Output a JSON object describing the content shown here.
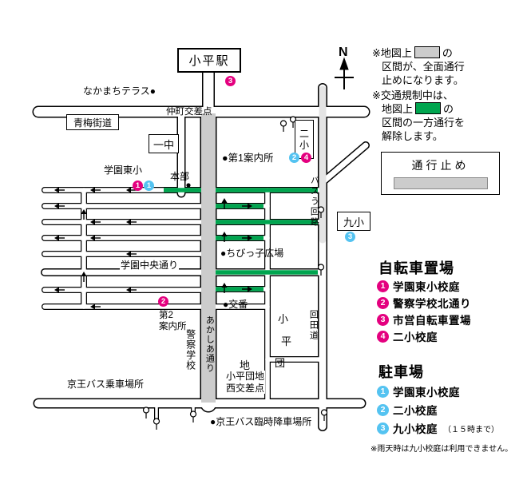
{
  "colors": {
    "bicycle_marker_pink": "#e4007f",
    "parking_marker_blue": "#54c3f1",
    "oneway_lifted_green": "#00a54f",
    "closed_road_gray": "#cccccc",
    "detour_road_gray": "#e4e4e4"
  },
  "station": {
    "label": "小平駅"
  },
  "map": {
    "labels": {
      "nakamachi_terrace": "なかまちテラス●",
      "ome_kaido": "青梅街道",
      "nakamachi_crossing": "仲町交差点",
      "first_jhs": "一中",
      "gakuen_higashi_elem": "学園東小",
      "headquarters": "本部",
      "info_desk_1": "●第1案内所",
      "ni_sho": "二小",
      "bus_detour": "バスう回路",
      "kyu_sho": "九小",
      "mekarido": "回田道",
      "chibikko_plaza": "●ちびっ子広場",
      "gakuen_chuo_street": "学園中央通り",
      "info_desk_2_line1": "第2",
      "info_desk_2_line2": "案内所",
      "koban": "●交番",
      "danchi_c1": "小",
      "danchi_c2": "平",
      "danchi_c3": "団",
      "danchi_c4": "地",
      "akashia_street": "あかしあ通り",
      "police_academy": "警察学校",
      "nishi_crossing_line1": "小平団地",
      "nishi_crossing_line2": "西交差点",
      "keio_bus_boarding": "京王バス乗車場所",
      "keio_bus_dropoff": "●京王バス臨時降車場所",
      "north": "N"
    },
    "markers": {
      "bike_1": {
        "num": "1"
      },
      "park_1": {
        "num": "1"
      },
      "bike_2": {
        "num": "2"
      },
      "bike_3": {
        "num": "3"
      },
      "bike_4": {
        "num": "4"
      },
      "park_2": {
        "num": "2"
      },
      "park_3": {
        "num": "3"
      }
    }
  },
  "sidebar": {
    "notice_closed": {
      "l1a": "※地図上",
      "l1b": "の",
      "l2": "区間が、全面通行",
      "l3": "止めになります。"
    },
    "notice_oneway": {
      "l1": "※交通規制中は、",
      "l2a": "地図上",
      "l2b": "の",
      "l3": "区間の一方通行を",
      "l4": "解除します。"
    },
    "closed_legend": {
      "title": "通行止め"
    },
    "bicycle": {
      "title": "自転車置場",
      "items": [
        {
          "num": "1",
          "label": "学園東小校庭"
        },
        {
          "num": "2",
          "label": "警察学校北通り"
        },
        {
          "num": "3",
          "label": "市営自転車置場"
        },
        {
          "num": "4",
          "label": "二小校庭"
        }
      ]
    },
    "parking": {
      "title": "駐車場",
      "items": [
        {
          "num": "1",
          "label": "学園東小校庭"
        },
        {
          "num": "2",
          "label": "二小校庭"
        },
        {
          "num": "3",
          "label": "九小校庭",
          "suffix": "（１５時まで）"
        }
      ]
    },
    "rain_note": "※雨天時は九小校庭は利用できません。"
  }
}
